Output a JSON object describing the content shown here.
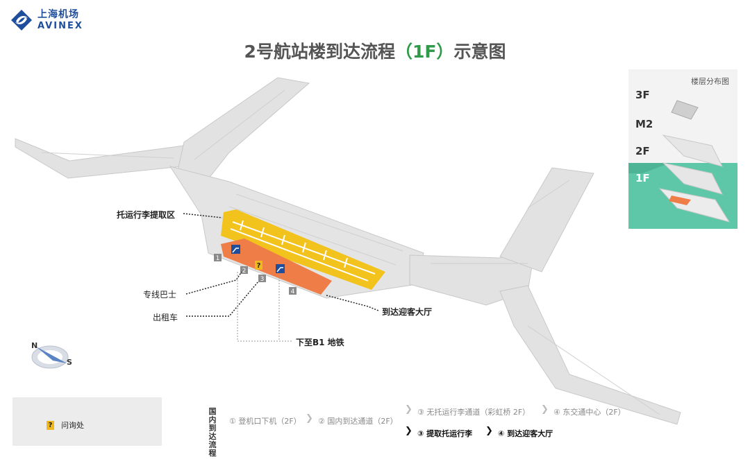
{
  "logo": {
    "cn": "上海机场",
    "en": "AVINEX"
  },
  "title": {
    "pre": "2号航站楼到达流程",
    "hl": "（1F）",
    "post": "示意图"
  },
  "labels": {
    "baggage": "托运行李提取区",
    "bus": "专线巴士",
    "taxi": "出租车",
    "metro": "下至B1 地铁",
    "hall": "到达迎客大厅"
  },
  "markers": [
    "1",
    "2",
    "3",
    "4"
  ],
  "compass": {
    "n": "N",
    "s": "S"
  },
  "legend": {
    "symbol": "?",
    "info": "问询处"
  },
  "floors": {
    "title": "楼层分布图",
    "items": [
      "3F",
      "M2",
      "2F",
      "1F"
    ],
    "active": "1F"
  },
  "process": {
    "title": "国内到达流程",
    "steps": [
      {
        "text": "① 登机口下机（2F）",
        "dark": false
      },
      {
        "text": "② 国内到达通道（2F）",
        "dark": false
      },
      {
        "text": "③ 无托运行李通道（彩虹桥 2F）",
        "dark": false
      },
      {
        "text": "④ 东交通中心（2F）",
        "dark": false
      },
      {
        "text": "③ 提取托运行李",
        "dark": true
      },
      {
        "text": "④ 到达迎客大厅",
        "dark": true
      }
    ]
  },
  "colors": {
    "brand": "#1f4f9c",
    "accent_green": "#2f9a4a",
    "baggage_zone": "#f2c21d",
    "arrival_zone": "#ee7d48",
    "active_floor": "#5ec7a8",
    "terminal": "#dcdcdc"
  }
}
